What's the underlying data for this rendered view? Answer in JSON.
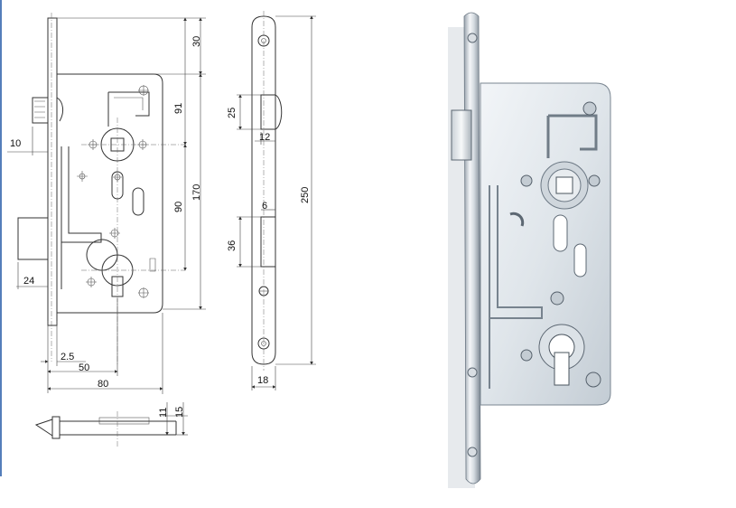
{
  "dimensions": {
    "d30": "30",
    "d91": "91",
    "d170": "170",
    "d90": "90",
    "d10": "10",
    "d24": "24",
    "d2_5": "2.5",
    "d50": "50",
    "d80": "80",
    "d25": "25",
    "d12": "12",
    "d6": "6",
    "d36": "36",
    "d250": "250",
    "d18": "18",
    "d11": "11",
    "d15": "15"
  },
  "colors": {
    "frame_line": "#2a5ea8",
    "steel_light": "#eef2f6",
    "steel_dark": "#8a96a3"
  }
}
